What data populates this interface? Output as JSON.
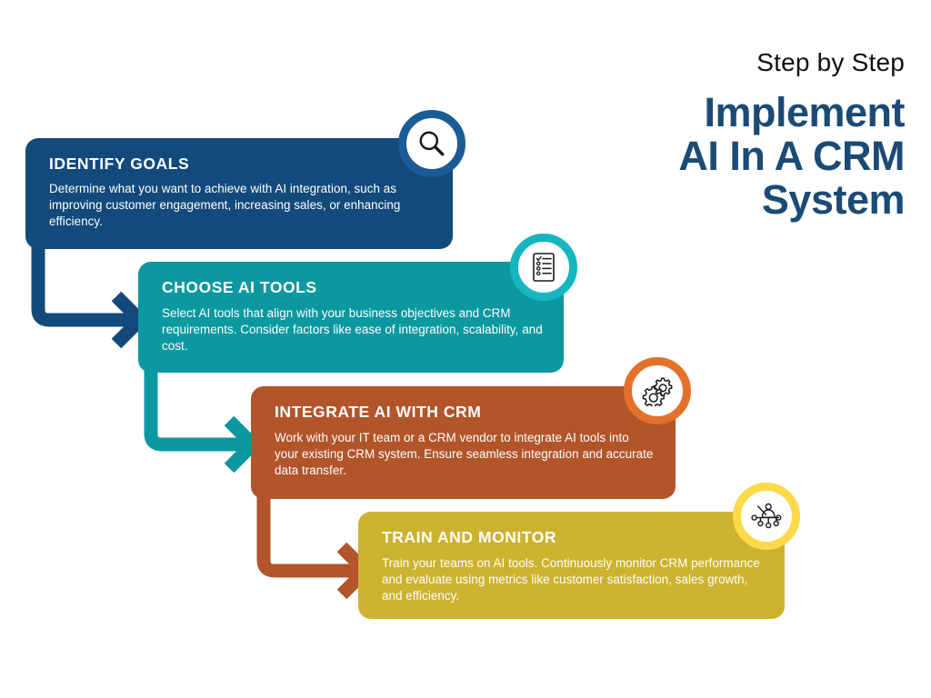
{
  "heading": {
    "eyebrow": "Step by Step",
    "title_line_1": "Implement",
    "title_line_2": "AI In A CRM",
    "title_line_3": "System",
    "accent_color": "#1b4b75",
    "eyebrow_color": "#111111"
  },
  "steps": [
    {
      "id": "identify-goals",
      "title": "IDENTIFY GOALS",
      "body": "Determine what you want to achieve with AI integration, such as improving customer engagement, increasing sales, or enhancing efficiency.",
      "color": "#134a7c",
      "icon": "magnifier-icon"
    },
    {
      "id": "choose-ai-tools",
      "title": "CHOOSE AI TOOLS",
      "body": "Select AI tools that align with your business objectives and CRM requirements. Consider factors like ease of integration, scalability, and cost.",
      "color": "#0c98a0",
      "icon": "checklist-icon"
    },
    {
      "id": "integrate-ai-with-crm",
      "title": "INTEGRATE AI WITH CRM",
      "body": "Work with your IT team or a CRM vendor to integrate AI tools into your existing CRM system. Ensure seamless integration and accurate data transfer.",
      "color": "#b2552a",
      "icon": "gears-icon"
    },
    {
      "id": "train-and-monitor",
      "title": "TRAIN AND MONITOR",
      "body": "Train your teams on AI tools. Continuously monitor CRM performance and evaluate using metrics like customer satisfaction, sales growth, and efficiency.",
      "color": "#ccb32f",
      "icon": "network-person-icon"
    }
  ],
  "badges": [
    {
      "icon": "magnifier-icon",
      "ring_color": "#1b5c96"
    },
    {
      "icon": "checklist-icon",
      "ring_color": "#16b5c0"
    },
    {
      "icon": "gears-icon",
      "ring_color": "#e3712c"
    },
    {
      "icon": "network-person-icon",
      "ring_color": "#fcd949"
    }
  ],
  "connectors": [
    {
      "from": "identify-goals",
      "to": "choose-ai-tools",
      "color": "#134a7c"
    },
    {
      "from": "choose-ai-tools",
      "to": "integrate-ai-with-crm",
      "color": "#0c98a0"
    },
    {
      "from": "integrate-ai-with-crm",
      "to": "train-and-monitor",
      "color": "#b2552a"
    }
  ],
  "background_color": "#ffffff"
}
